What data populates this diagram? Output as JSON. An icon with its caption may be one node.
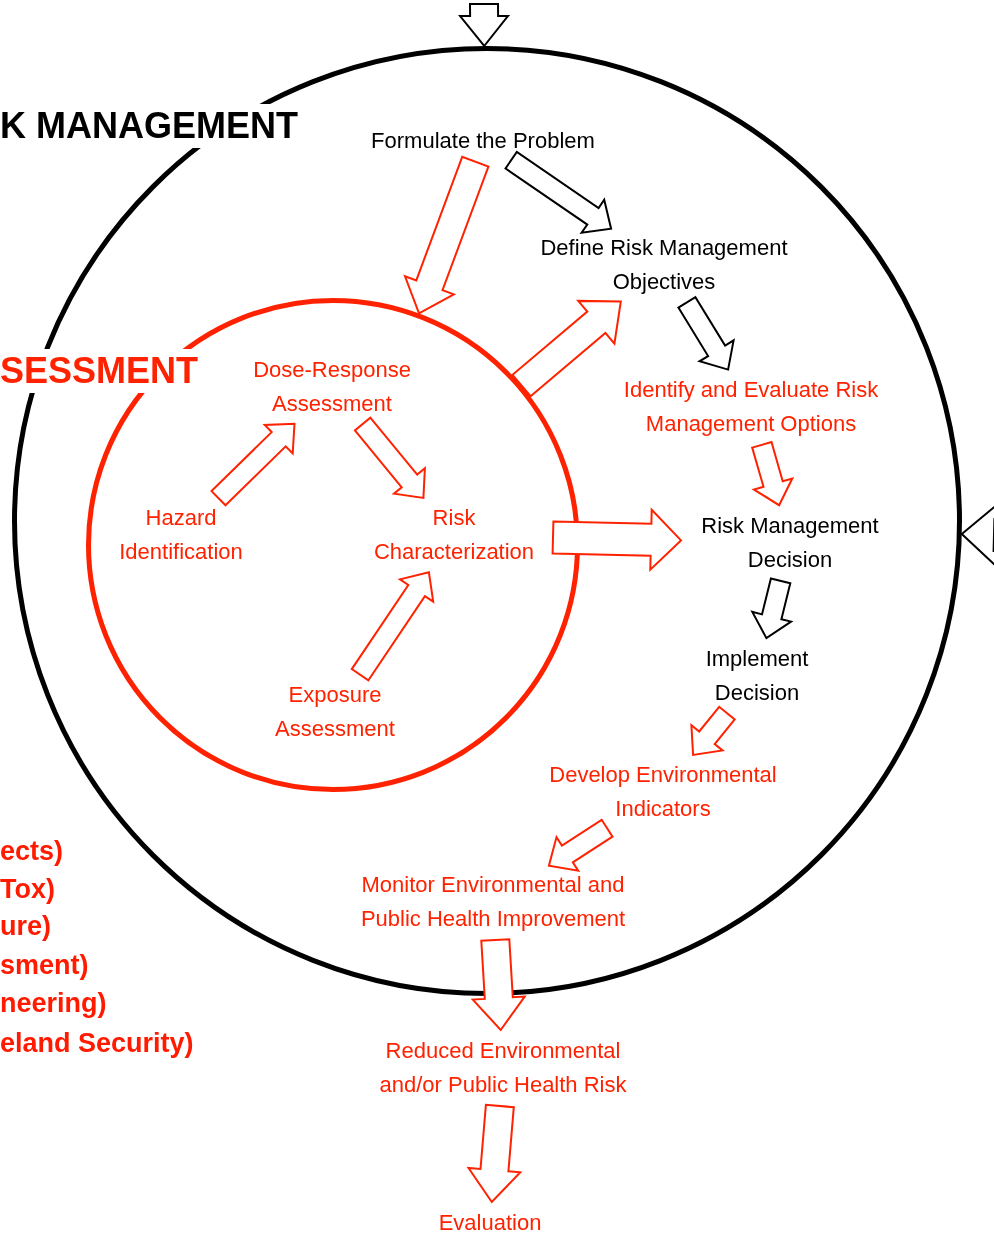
{
  "diagram": {
    "nodes": [
      {
        "text": [
          "K MANAGEMENT"
        ]
      },
      {
        "text": [
          "Formulate the Problem"
        ],
        "in": 0
      },
      {
        "text": [
          "Define Risk Management Objectives"
        ],
        "in": 0
      },
      {
        "text": [
          "Identify and Evaluate Risk Management Options"
        ],
        "in": 0
      },
      {
        "text": [
          "Risk Management Decision"
        ],
        "in": 0
      },
      {
        "text": [
          "Implement Decision"
        ],
        "in": 0
      },
      {
        "text": [
          "Develop Environmental Indicators"
        ],
        "in": 0
      },
      {
        "text": [
          "Monitor Environmental and Public Health Improvement"
        ],
        "in": 0
      },
      {
        "text": [
          "SESSMENT"
        ],
        "in": 0
      },
      {
        "text": [
          "Dose-Response Assessment"
        ],
        "in": 8
      },
      {
        "text": [
          "Hazard Identification"
        ],
        "in": 8
      },
      {
        "text": [
          "Risk Characterization"
        ],
        "in": 8
      },
      {
        "text": [
          "Exposure Assessment"
        ],
        "in": 8
      },
      {
        "text": [
          "Reduced Environmental and/or Public Health Risk"
        ]
      },
      {
        "text": [
          "Evaluation"
        ]
      }
    ],
    "edges": [
      {
        "from": null,
        "to": 0,
        "arrow": "to",
        "color": "#000000"
      },
      {
        "from": null,
        "to": 0,
        "arrow": "to",
        "color": "#000000"
      },
      {
        "from": 1,
        "to": 2,
        "arrow": "to",
        "color": "#000000"
      },
      {
        "from": 1,
        "to": 8,
        "arrow": "to"
      },
      {
        "from": 8,
        "to": 2,
        "arrow": "to"
      },
      {
        "from": 2,
        "to": 3,
        "arrow": "to",
        "color": "#000000"
      },
      {
        "from": 3,
        "to": 4,
        "arrow": "to"
      },
      {
        "from": 11,
        "to": 4,
        "arrow": "to"
      },
      {
        "from": 4,
        "to": 5,
        "arrow": "to",
        "color": "#000000"
      },
      {
        "from": 5,
        "to": 6,
        "arrow": "to"
      },
      {
        "from": 6,
        "to": 7,
        "arrow": "to"
      },
      {
        "from": 7,
        "to": 13,
        "arrow": "to"
      },
      {
        "from": 13,
        "to": 14,
        "arrow": "to"
      },
      {
        "from": 10,
        "to": 9,
        "arrow": "to"
      },
      {
        "from": 9,
        "to": 11,
        "arrow": "to"
      },
      {
        "from": 12,
        "to": 11,
        "arrow": "to"
      }
    ],
    "labels": [
      "ects)",
      "Tox)",
      "ure)",
      "sment)",
      "neering)",
      "eland Security)"
    ]
  }
}
